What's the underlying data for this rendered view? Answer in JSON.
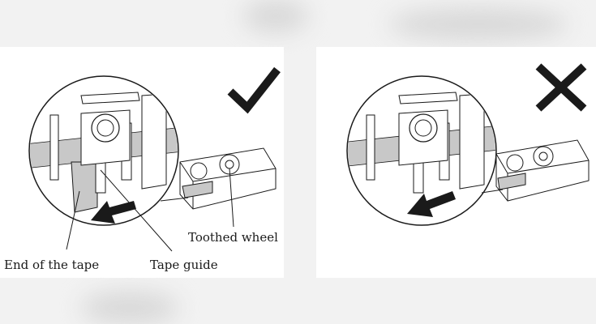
{
  "diagram": {
    "correct_panel": {
      "verdict_icon": "check-mark-icon",
      "labels": {
        "end_of_tape": "End of the tape",
        "tape_guide": "Tape guide",
        "toothed_wheel": "Toothed wheel"
      }
    },
    "incorrect_panel": {
      "verdict_icon": "cross-mark-icon"
    }
  },
  "colors": {
    "ink": "#1a1a1a",
    "tape_fill": "#c8c8c8",
    "panel_bg": "#ffffff",
    "page_bg": "#f2f2f2"
  }
}
